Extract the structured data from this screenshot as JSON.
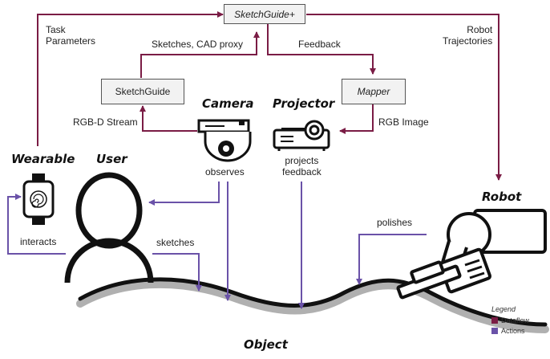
{
  "colors": {
    "dataflow": "#7a1c45",
    "actions": "#6a52a8",
    "object": "#b0b0b0"
  },
  "nodes": {
    "sketchguide_plus": "SketchGuide+",
    "sketchguide": "SketchGuide",
    "mapper": "Mapper"
  },
  "actors": {
    "camera": "Camera",
    "projector": "Projector",
    "wearable": "Wearable",
    "user": "User",
    "robot": "Robot",
    "object": "Object"
  },
  "edges": {
    "task_parameters": "Task\nParameters",
    "sketches_cad": "Sketches, CAD proxy",
    "feedback": "Feedback",
    "robot_trajectories": "Robot\nTrajectories",
    "rgbd_stream": "RGB-D Stream",
    "rgb_image": "RGB Image",
    "observes": "observes",
    "projects_feedback": "projects\nfeedback",
    "interacts": "interacts",
    "sketches": "sketches",
    "polishes": "polishes"
  },
  "legend": {
    "title": "Legend",
    "dataflow": "Dataflow",
    "actions": "Actions"
  }
}
